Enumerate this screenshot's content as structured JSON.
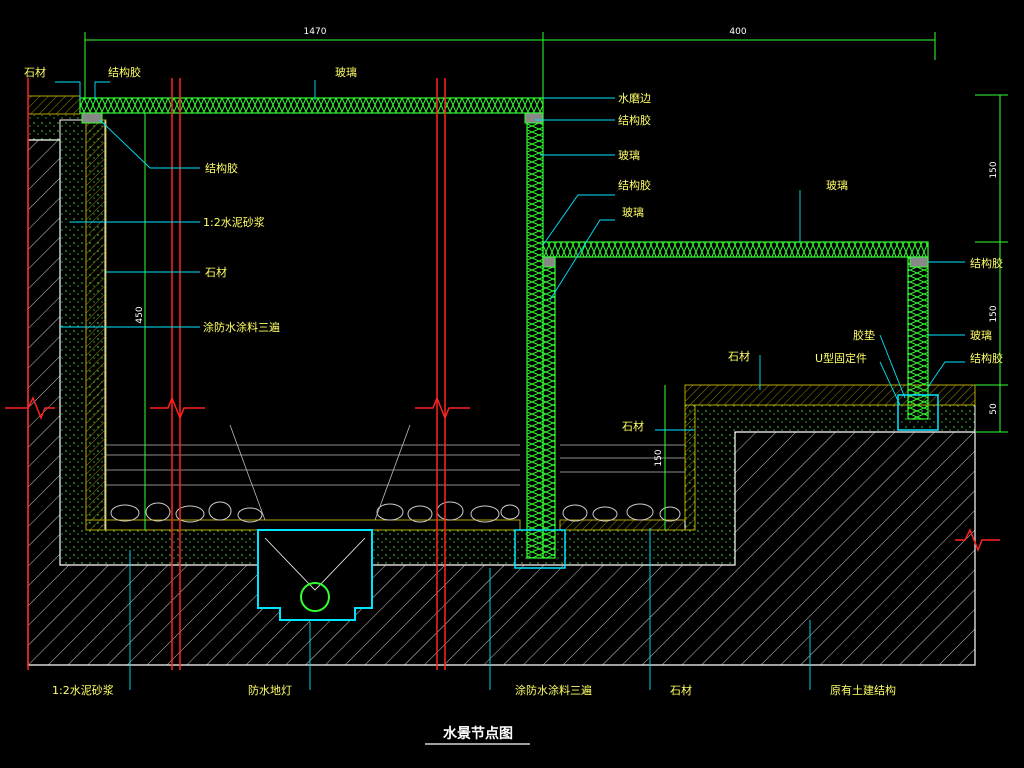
{
  "title": "水景节点图",
  "dimensions": {
    "top_left": "1470",
    "top_right": "400",
    "right_upper": "150",
    "right_middle": "150",
    "right_lower": "50",
    "left_height": "450",
    "pool_depth": "150"
  },
  "labels": {
    "stone_top_left": "石材",
    "struct_glue_top": "结构胶",
    "glass_top": "玻璃",
    "polished_edge": "水磨边",
    "struct_glue_right1": "结构胶",
    "glass_right1": "玻璃",
    "struct_glue_right2": "结构胶",
    "glass_right2": "玻璃",
    "glass_lower": "玻璃",
    "struct_glue_lower": "结构胶",
    "glue_pad": "胶垫",
    "glass_vertical_right": "玻璃",
    "u_fixing": "U型固定件",
    "struct_glue_u": "结构胶",
    "stone_upper_step": "石材",
    "stone_pool_wall": "石材",
    "struct_glue_left": "结构胶",
    "cement_mortar_left": "1:2水泥砂浆",
    "stone_inner": "石材",
    "waterproof_left": "涂防水涂料三遍",
    "cement_mortar_bottom": "1:2水泥砂浆",
    "waterproof_light": "防水地灯",
    "waterproof_bottom": "涂防水涂料三遍",
    "stone_bottom": "石材",
    "existing_structure": "原有土建结构"
  },
  "colors": {
    "background": "#000000",
    "label_yellow": "#ffff66",
    "leader_cyan": "#00e5ff",
    "glass_green": "#33ff33",
    "section_red": "#ff2222",
    "stone_yellow": "#b8a800",
    "structure_white": "#ffffff"
  }
}
